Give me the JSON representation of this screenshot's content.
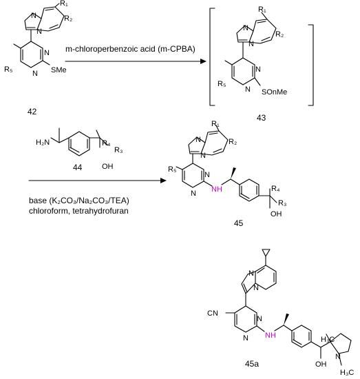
{
  "reaction1": {
    "start_label": "42",
    "reagent": "m-chloroperbenzoic acid (m-CPBA)",
    "product_label": "43"
  },
  "reaction2": {
    "reagent_label": "44",
    "conditions_line1": "base (K₂CO₃/Na₂CO₃/TEA)",
    "conditions_line2": "chloroform, tetrahydrofuran",
    "product_label": "45"
  },
  "example": {
    "label": "45a"
  },
  "atoms": {
    "R1": "R₁",
    "R2": "R₂",
    "R3": "R₃",
    "R4": "R₄",
    "R5": "R₅",
    "N": "N",
    "SMe": "SMe",
    "SOnMe": "SOnMe",
    "H2N": "H₂N",
    "OH": "OH",
    "NH": "NH",
    "CN": "CN",
    "H3C": "H₃C"
  },
  "colors": {
    "bond": "#000000",
    "amine_nh": "#cc00cc"
  }
}
